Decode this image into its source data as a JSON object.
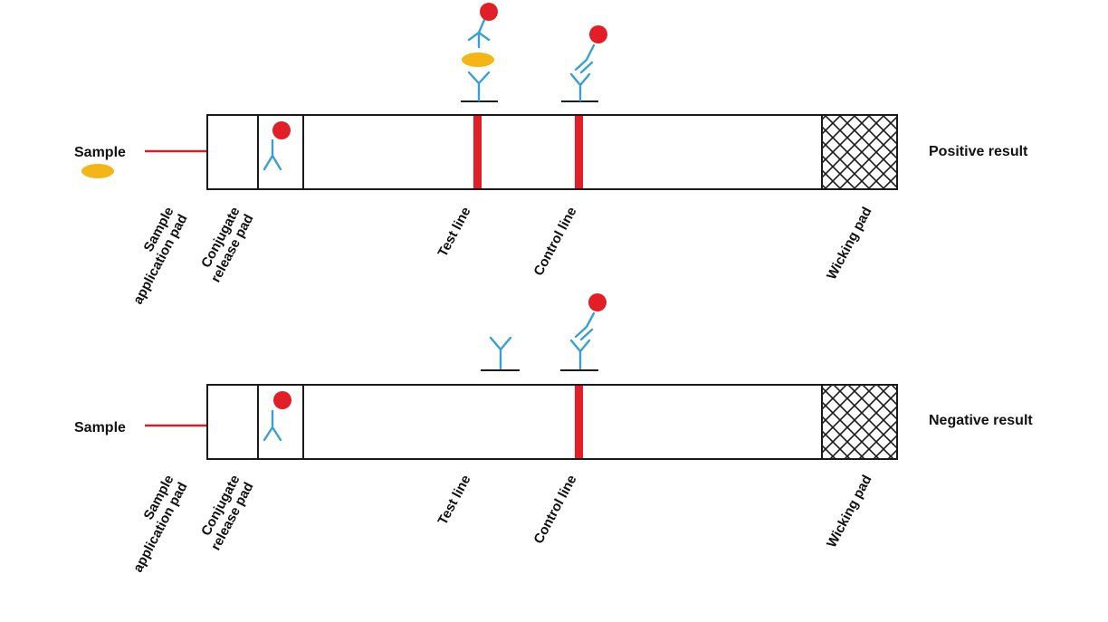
{
  "colors": {
    "antibody": "#3aa0d3",
    "label_dot": "#e21f26",
    "analyte": "#f4b617",
    "band": "#e21f26",
    "arrow": "#d32027",
    "outline": "#1a1a1a"
  },
  "panels": {
    "positive": {
      "sample_label": "Sample",
      "result_label": "Positive result",
      "labels": {
        "sample_pad_l1": "Sample",
        "sample_pad_l2": "application pad",
        "conjugate_pad_l1": "Conjugate",
        "conjugate_pad_l2": "release pad",
        "test_line": "Test line",
        "control_line": "Control line",
        "wicking_pad": "Wicking pad"
      }
    },
    "negative": {
      "sample_label": "Sample",
      "result_label": "Negative result",
      "labels": {
        "sample_pad_l1": "Sample",
        "sample_pad_l2": "application pad",
        "conjugate_pad_l1": "Conjugate",
        "conjugate_pad_l2": "release pad",
        "test_line": "Test line",
        "control_line": "Control line",
        "wicking_pad": "Wicking pad"
      }
    }
  }
}
